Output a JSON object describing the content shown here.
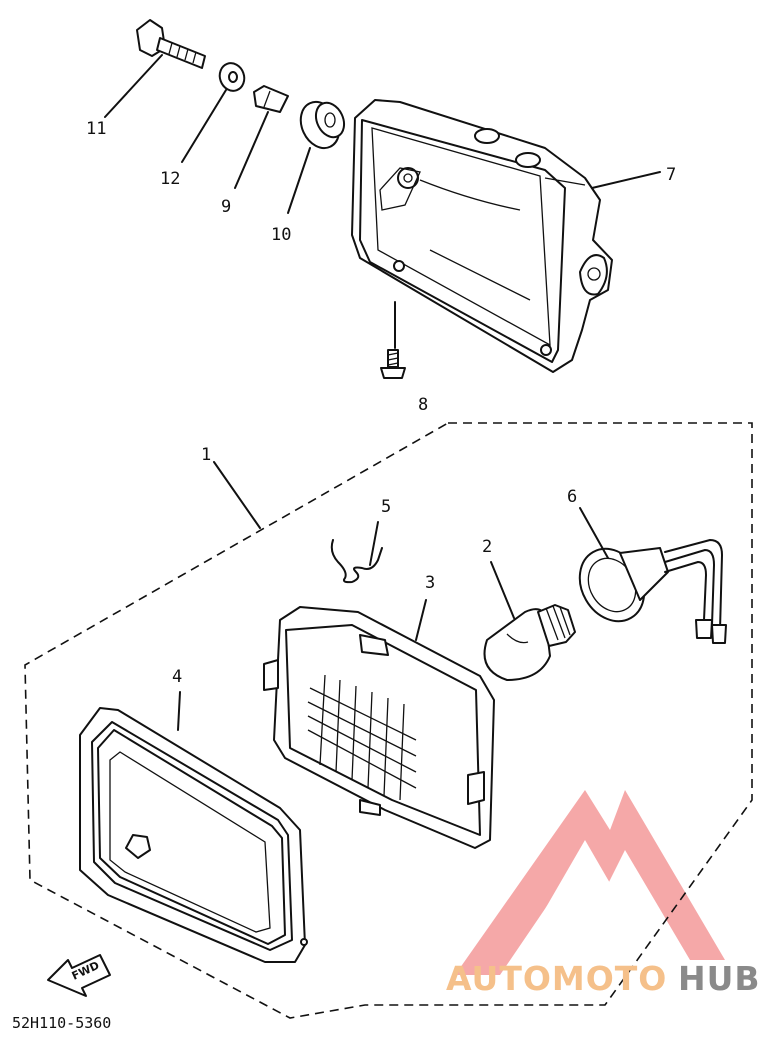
{
  "diagram": {
    "callouts": [
      "1",
      "2",
      "3",
      "4",
      "5",
      "6",
      "7",
      "8",
      "9",
      "10",
      "11",
      "12"
    ],
    "part_code": "52H110-5360",
    "direction_marker": "FWD"
  },
  "watermark": {
    "brand_part1": "AUTOMOTO",
    "brand_part2": "HUB",
    "logo_color": "#f28b8b",
    "text_color_1": "#f5c08a",
    "text_color_2": "#8a8a8a"
  }
}
